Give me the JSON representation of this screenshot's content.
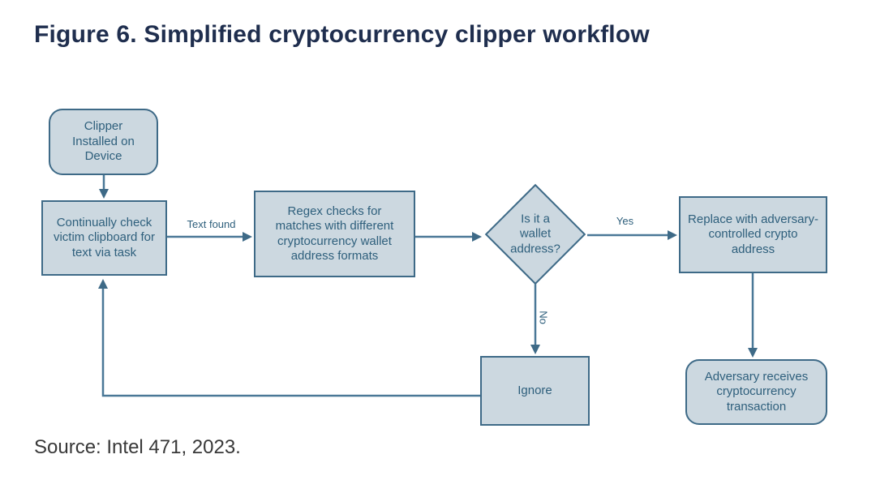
{
  "title": "Figure 6. Simplified cryptocurrency clipper workflow",
  "source": "Source: Intel 471, 2023.",
  "colors": {
    "background": "#ffffff",
    "node_fill": "#ccd8e0",
    "node_border": "#3e6a87",
    "node_text": "#2e5f7c",
    "connector": "#4a7897",
    "title_text": "#1f2e4e",
    "source_text": "#383838"
  },
  "nodes": {
    "clipper_installed": {
      "shape": "rounded",
      "label": "Clipper Installed on Device"
    },
    "check_clipboard": {
      "shape": "rect",
      "label": "Continually check victim clipboard for text via task"
    },
    "regex_checks": {
      "shape": "rect",
      "label": "Regex checks for matches with different cryptocurrency wallet address formats"
    },
    "wallet_decision": {
      "shape": "diamond",
      "label": "Is it a wallet address?"
    },
    "replace_address": {
      "shape": "rect",
      "label": "Replace with adversary-controlled crypto address"
    },
    "ignore": {
      "shape": "rect",
      "label": "Ignore"
    },
    "adversary_receives": {
      "shape": "rounded",
      "label": "Adversary receives cryptocurrency transaction"
    }
  },
  "edge_labels": {
    "text_found": "Text found",
    "yes": "Yes",
    "no": "No"
  }
}
